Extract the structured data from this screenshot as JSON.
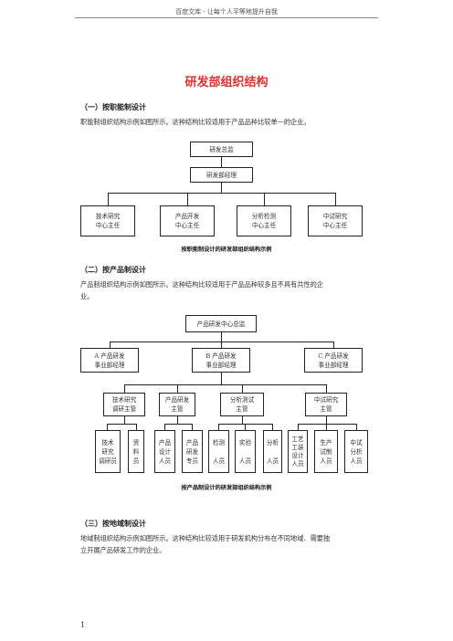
{
  "header": {
    "text": "百度文库 - 让每个人平等地提升自我"
  },
  "doc": {
    "title": "研发部组织结构",
    "section1": {
      "heading": "（一）按职能制设计",
      "para": "职能制组织结构示例如图所示。这种结构比较适用于产品品种比较单一的企业。",
      "chart": {
        "top": "研发总监",
        "second": "研发部经理",
        "leaves": [
          {
            "line1": "技术研究",
            "line2": "中心主任"
          },
          {
            "line1": "产品开发",
            "line2": "中心主任"
          },
          {
            "line1": "分析检测",
            "line2": "中心主任"
          },
          {
            "line1": "中试研究",
            "line2": "中心主任"
          }
        ],
        "caption": "按职能制设计的研发部组织结构示例"
      }
    },
    "section2": {
      "heading": "（二）按产品制设计",
      "para_line1": "产品制组织结构示例如图所示。这种结构比较适用于产品品种较多且不具有共性的企",
      "para_line2": "业。",
      "chart": {
        "top": "产品研发中心总监",
        "divisions": [
          {
            "line1": "A 产品研发",
            "line2": "事业部经理"
          },
          {
            "line1": "B 产品研发",
            "line2": "事业部经理"
          },
          {
            "line1": "C 产品研发",
            "line2": "事业部经理"
          }
        ],
        "managers": [
          {
            "line1": "技术研究",
            "line2": "调研主管"
          },
          {
            "line1": "产品研发",
            "line2": "主管"
          },
          {
            "line1": "分析测试",
            "line2": "主管"
          },
          {
            "line1": "中试研究",
            "line2": "主管"
          }
        ],
        "staff": [
          {
            "lines": [
              "技术",
              "研究",
              "调研员"
            ]
          },
          {
            "lines": [
              "资",
              "料",
              "员"
            ]
          },
          {
            "lines": [
              "产品",
              "设计",
              "人员"
            ]
          },
          {
            "lines": [
              "产品",
              "研发",
              "专员"
            ]
          },
          {
            "lines": [
              "检测",
              "",
              "人员"
            ]
          },
          {
            "lines": [
              "实验",
              "",
              "人员"
            ]
          },
          {
            "lines": [
              "分析",
              "",
              "人员"
            ]
          },
          {
            "lines": [
              "工艺",
              "工装",
              "设计",
              "人员"
            ]
          },
          {
            "lines": [
              "生产",
              "试制",
              "人员"
            ]
          },
          {
            "lines": [
              "中试",
              "分析",
              "人员"
            ]
          }
        ],
        "caption": "按产品制设计的研发部组织结构示例"
      }
    },
    "section3": {
      "heading": "（三）按地域制设计",
      "para_line1": "地域制组织结构示例如图所示。这种结构比较适用于研发机构分布在不同地域、需要独",
      "para_line2": "立开展产品研发工作的企业。"
    }
  },
  "page_number": "1"
}
